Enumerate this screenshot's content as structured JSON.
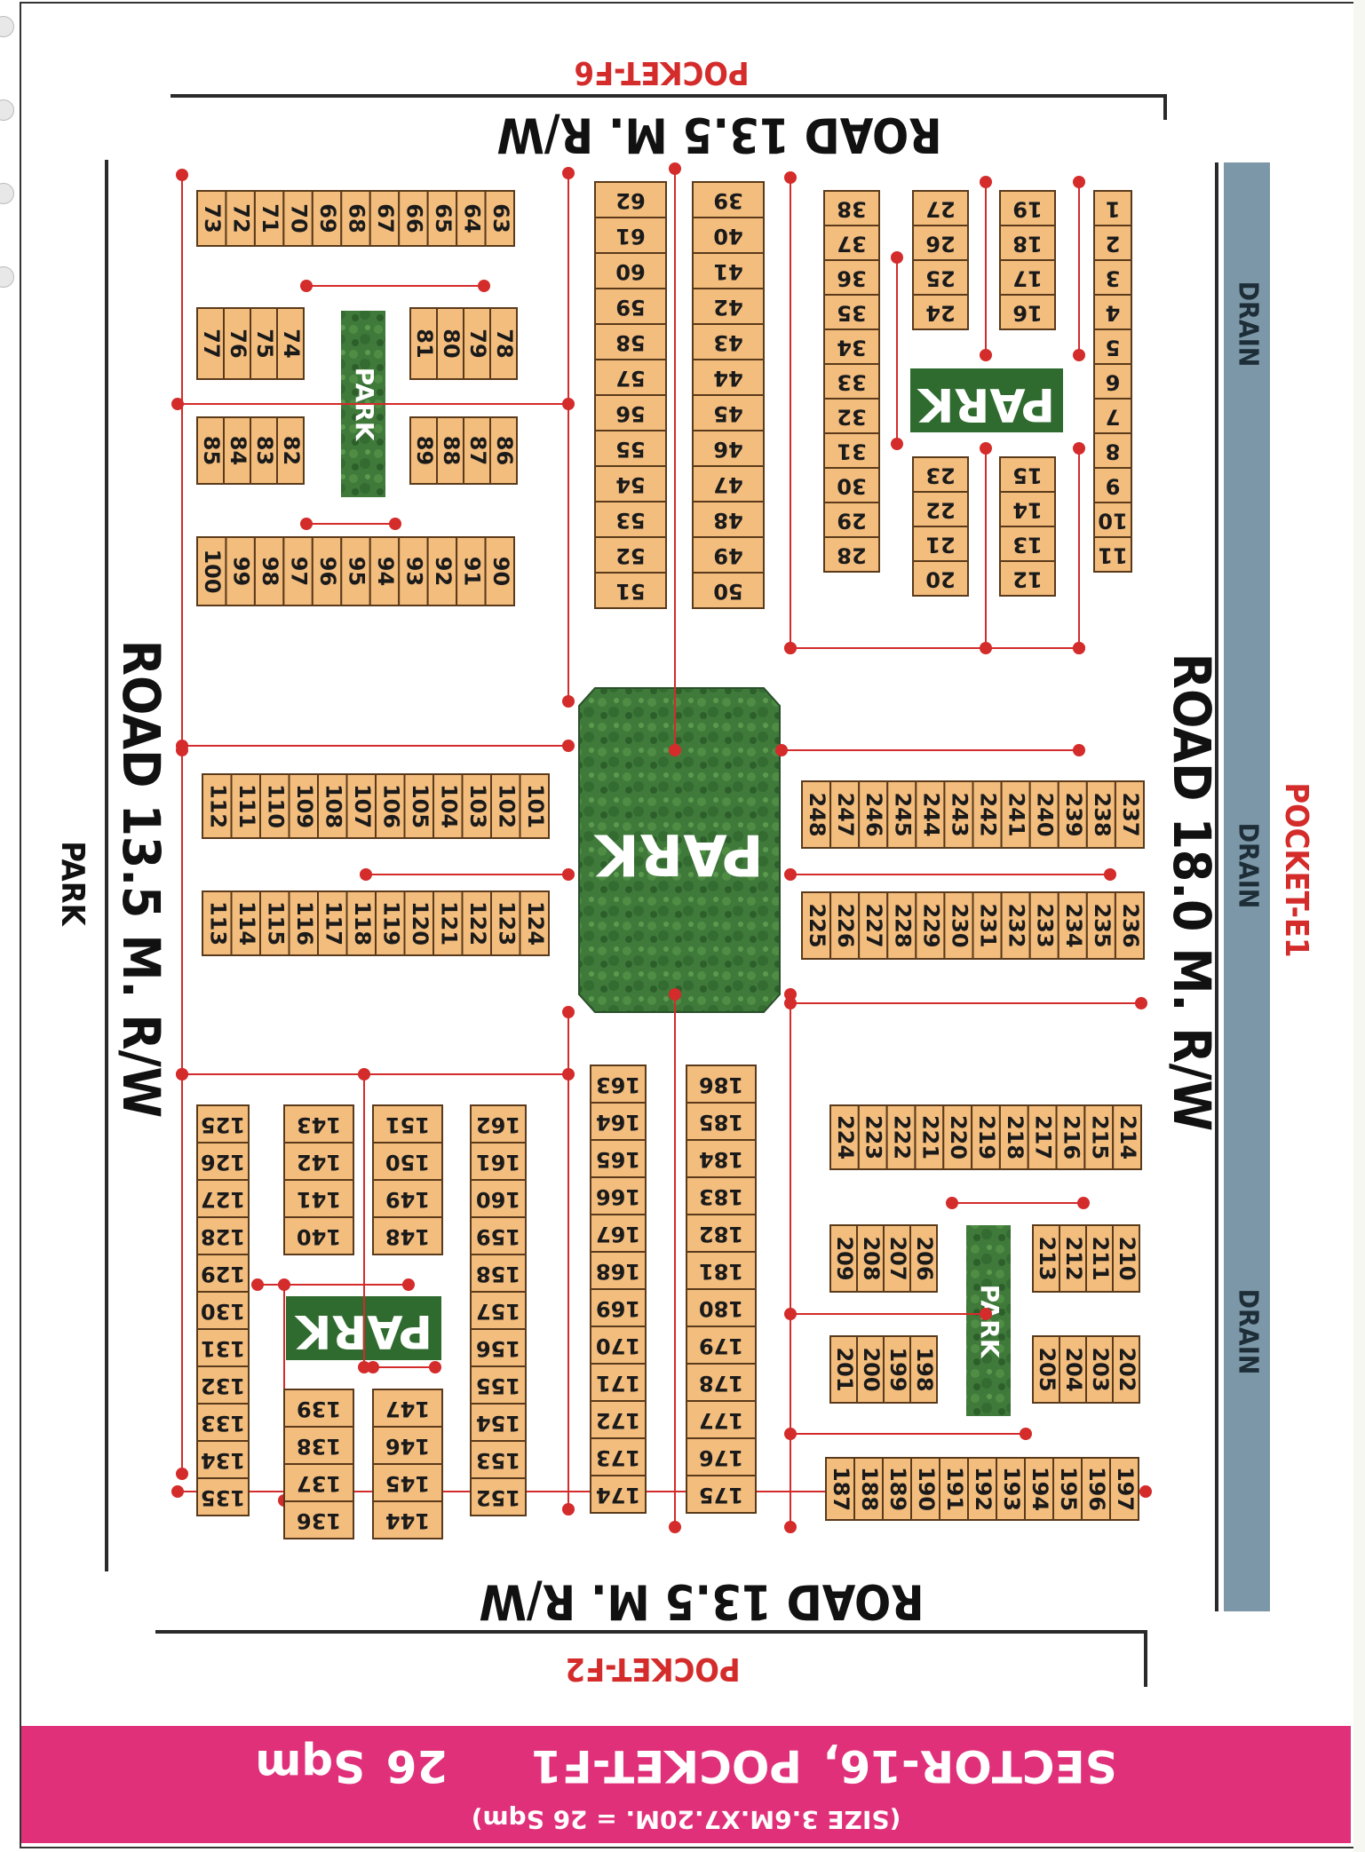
{
  "title": "SECTOR-16, POCKET-F1",
  "title_size": "26 Sqm",
  "subtitle": "(SIZE 3.6M.X7.20M. = 26 Sqm)",
  "labels": {
    "pocket_top": "POCKET-F6",
    "pocket_bottom": "POCKET-F2",
    "pocket_right": "POCKET-E1",
    "road_top": "ROAD 13.5 M. R/W",
    "road_bottom": "ROAD 13.5 M. R/W",
    "road_left": "ROAD 13.5 M. R/W",
    "road_right": "ROAD 18.0 M. R/W",
    "park_outside": "PARK",
    "drain": "DRAIN",
    "park": "PARK"
  },
  "colors": {
    "plot_fill": "#f3bd7e",
    "grid_line": "#d42b2b",
    "park_fill": "#2f6b2f",
    "drain_fill": "#7c98a8",
    "footer_fill": "#e0307a",
    "pocket_label": "#d42b2b"
  },
  "plot_blocks": [
    {
      "name": "block-1-11",
      "first": 1,
      "last": 11
    },
    {
      "name": "block-12-19",
      "first": 12,
      "last": 19
    },
    {
      "name": "block-20-27",
      "first": 20,
      "last": 27
    },
    {
      "name": "block-28-38",
      "first": 28,
      "last": 38
    },
    {
      "name": "block-39-50",
      "first": 39,
      "last": 50
    },
    {
      "name": "block-51-62",
      "first": 51,
      "last": 62
    },
    {
      "name": "block-63-73",
      "first": 63,
      "last": 73
    },
    {
      "name": "block-74-81",
      "first": 74,
      "last": 81
    },
    {
      "name": "block-82-89",
      "first": 82,
      "last": 89
    },
    {
      "name": "block-90-100",
      "first": 90,
      "last": 100
    },
    {
      "name": "block-101-112",
      "first": 101,
      "last": 112
    },
    {
      "name": "block-113-124",
      "first": 113,
      "last": 124
    },
    {
      "name": "block-125-135",
      "first": 125,
      "last": 135
    },
    {
      "name": "block-136-143",
      "first": 136,
      "last": 143
    },
    {
      "name": "block-144-151",
      "first": 144,
      "last": 151
    },
    {
      "name": "block-152-162",
      "first": 152,
      "last": 162
    },
    {
      "name": "block-163-174",
      "first": 163,
      "last": 174
    },
    {
      "name": "block-175-186",
      "first": 175,
      "last": 186
    },
    {
      "name": "block-187-197",
      "first": 187,
      "last": 197
    },
    {
      "name": "block-198-205",
      "first": 198,
      "last": 205
    },
    {
      "name": "block-206-213",
      "first": 206,
      "last": 213
    },
    {
      "name": "block-214-224",
      "first": 214,
      "last": 224
    },
    {
      "name": "block-225-236",
      "first": 225,
      "last": 236
    },
    {
      "name": "block-237-248",
      "first": 237,
      "last": 248
    }
  ]
}
